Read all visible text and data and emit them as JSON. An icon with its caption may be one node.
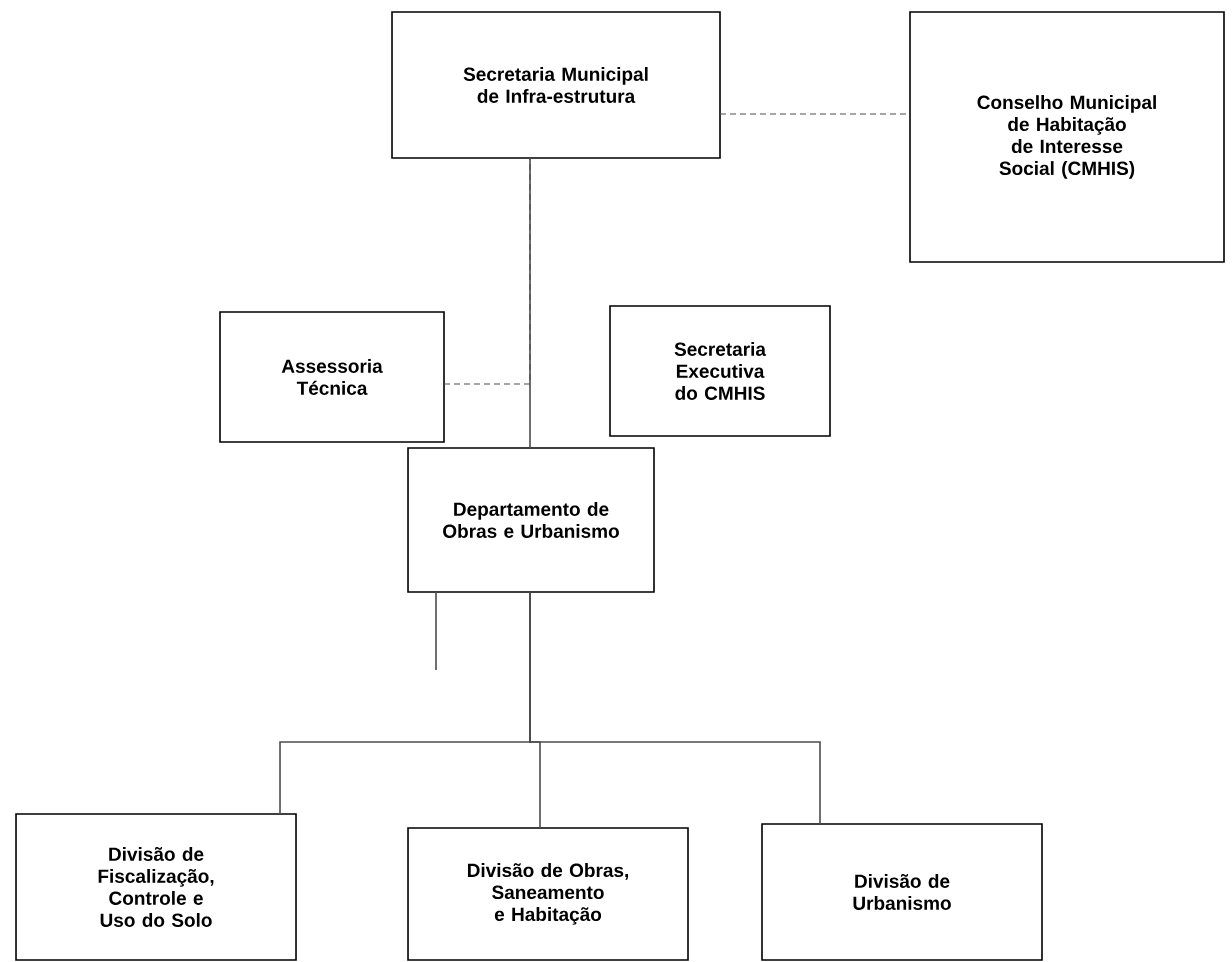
{
  "diagram": {
    "nodes": [
      {
        "text": [
          "Secretaria Municipal de Infra-estrutura"
        ]
      },
      {
        "text": [
          "Conselho Municipal de Habitação de Interesse Social (CMHIS)"
        ]
      },
      {
        "text": [
          "Assessoria Técnica"
        ]
      },
      {
        "text": [
          "Secretaria Executiva do CMHIS"
        ]
      },
      {
        "text": [
          "Departamento de Obras e Urbanismo"
        ]
      },
      {
        "text": [
          "Divisão de Fiscalização, Controle e Uso do Solo"
        ]
      },
      {
        "text": [
          "Divisão de Obras, Saneamento e Habitação"
        ]
      },
      {
        "text": [
          "Divisão de Urbanismo"
        ]
      }
    ],
    "edges": [
      {
        "from": 0,
        "to": 1,
        "arrow": "none",
        "style": "dashed"
      },
      {
        "from": 0,
        "to": 4,
        "arrow": "none"
      },
      {
        "from": 2,
        "to": 0,
        "arrow": "none",
        "style": "dashed"
      },
      {
        "from": 4,
        "to": 5,
        "arrow": "none"
      },
      {
        "from": 4,
        "to": 6,
        "arrow": "none"
      },
      {
        "from": 4,
        "to": 7,
        "arrow": "none"
      }
    ]
  }
}
